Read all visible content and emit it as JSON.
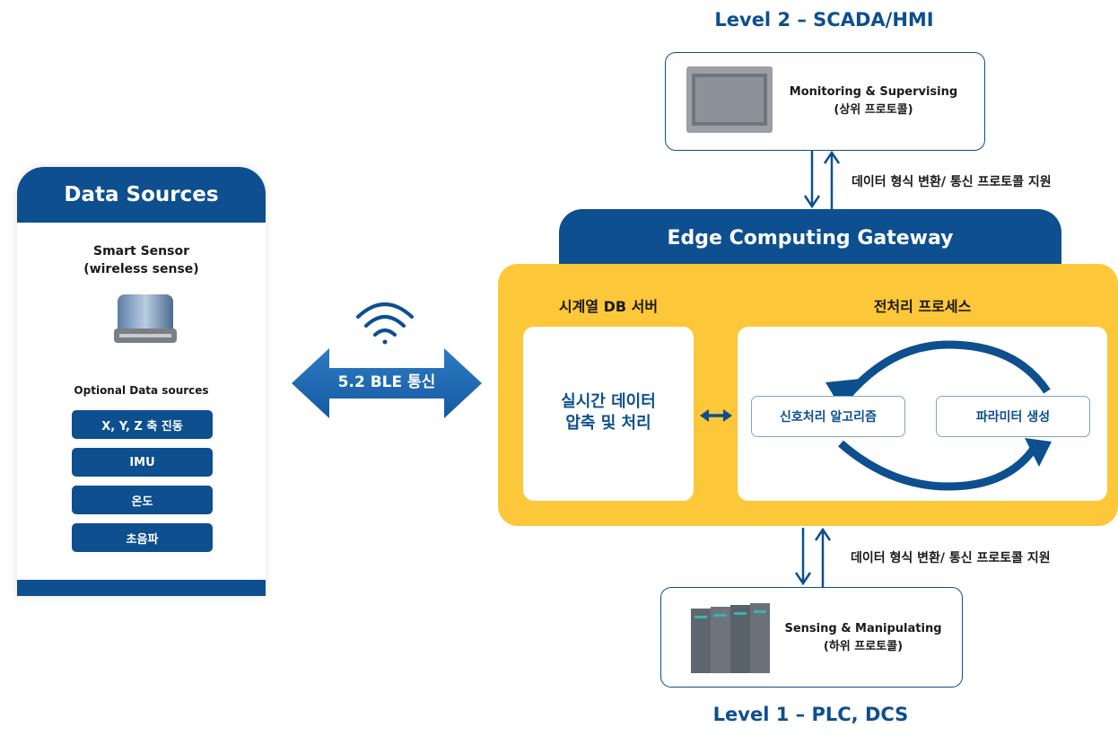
{
  "level2": {
    "heading": "Level 2 – SCADA/HMI",
    "label_line1": "Monitoring & Supervising",
    "label_line2": "(상위 프로토콜)"
  },
  "level1": {
    "heading": "Level 1 – PLC, DCS",
    "label_line1": "Sensing & Manipulating",
    "label_line2": "(하위 프로토콜)"
  },
  "conversion_top": "데이터 형식 변환/ 통신 프로토콜 지원",
  "conversion_bottom": "데이터 형식 변환/ 통신 프로토콜 지원",
  "gateway": {
    "title": "Edge Computing Gateway",
    "db_title": "시계열 DB 서버",
    "db_line1": "실시간 데이터",
    "db_line2": "압축 및 처리",
    "pre_title": "전처리 프로세스",
    "pill_left": "신호처리 알고리즘",
    "pill_right": "파라미터 생성"
  },
  "ble_label": "5.2 BLE 통신",
  "data_sources": {
    "title": "Data Sources",
    "sensor_line1": "Smart Sensor",
    "sensor_line2": "(wireless sense)",
    "optional_title": "Optional Data sources",
    "items": [
      "X, Y, Z 축 진동",
      "IMU",
      "온도",
      "초음파"
    ]
  },
  "colors": {
    "navy": "#0d4f8f",
    "yellow": "#fdc73a",
    "blue_arrow": "#1f6fb8"
  }
}
